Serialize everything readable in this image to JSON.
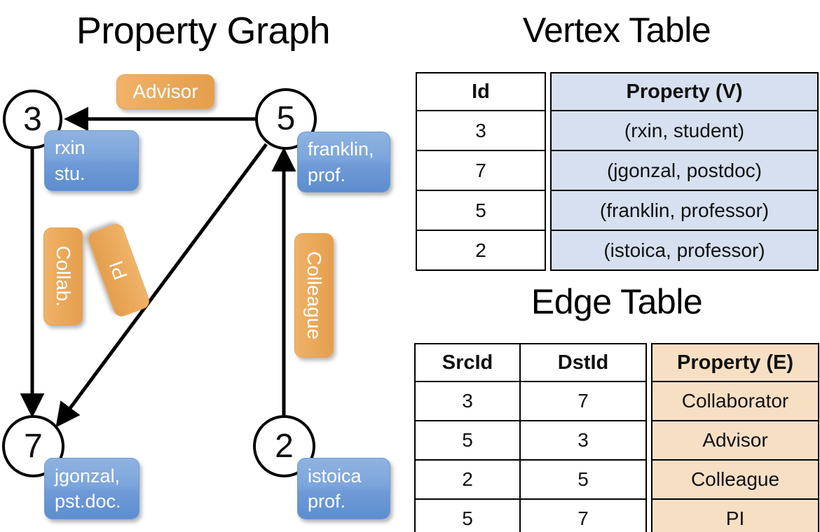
{
  "titles": {
    "property_graph": "Property Graph",
    "vertex_table": "Vertex Table",
    "edge_table": "Edge Table"
  },
  "colors": {
    "vertex_property_fill": "#d6e0f0",
    "edge_property_fill": "#f7dfc4",
    "node_property_box": "#6f9ad6",
    "edge_label_box": "#eaa85a",
    "stroke": "#000000"
  },
  "graph": {
    "nodes": [
      {
        "id": "3",
        "property_lines": [
          "rxin",
          "stu."
        ]
      },
      {
        "id": "5",
        "property_lines": [
          "franklin,",
          "prof."
        ]
      },
      {
        "id": "7",
        "property_lines": [
          "jgonzal,",
          "pst.doc."
        ]
      },
      {
        "id": "2",
        "property_lines": [
          "istoica",
          "prof."
        ]
      }
    ],
    "edge_labels": [
      {
        "name": "advisor",
        "label": "Advisor"
      },
      {
        "name": "collaborator",
        "label": "Collab."
      },
      {
        "name": "pi",
        "label": "PI"
      },
      {
        "name": "colleague",
        "label": "Colleague"
      }
    ],
    "edges": [
      {
        "src": "5",
        "dst": "3",
        "label": "Advisor"
      },
      {
        "src": "3",
        "dst": "7",
        "label": "Collab."
      },
      {
        "src": "5",
        "dst": "7",
        "label": "PI"
      },
      {
        "src": "2",
        "dst": "5",
        "label": "Colleague"
      }
    ]
  },
  "vertex_table": {
    "headers": [
      "Id",
      "Property (V)"
    ],
    "rows": [
      {
        "id": "3",
        "property": "(rxin, student)"
      },
      {
        "id": "7",
        "property": "(jgonzal, postdoc)"
      },
      {
        "id": "5",
        "property": "(franklin, professor)"
      },
      {
        "id": "2",
        "property": "(istoica, professor)"
      }
    ]
  },
  "edge_table": {
    "headers": [
      "SrcId",
      "DstId",
      "Property (E)"
    ],
    "rows": [
      {
        "src": "3",
        "dst": "7",
        "property": "Collaborator"
      },
      {
        "src": "5",
        "dst": "3",
        "property": "Advisor"
      },
      {
        "src": "2",
        "dst": "5",
        "property": "Colleague"
      },
      {
        "src": "5",
        "dst": "7",
        "property": "PI"
      }
    ]
  }
}
